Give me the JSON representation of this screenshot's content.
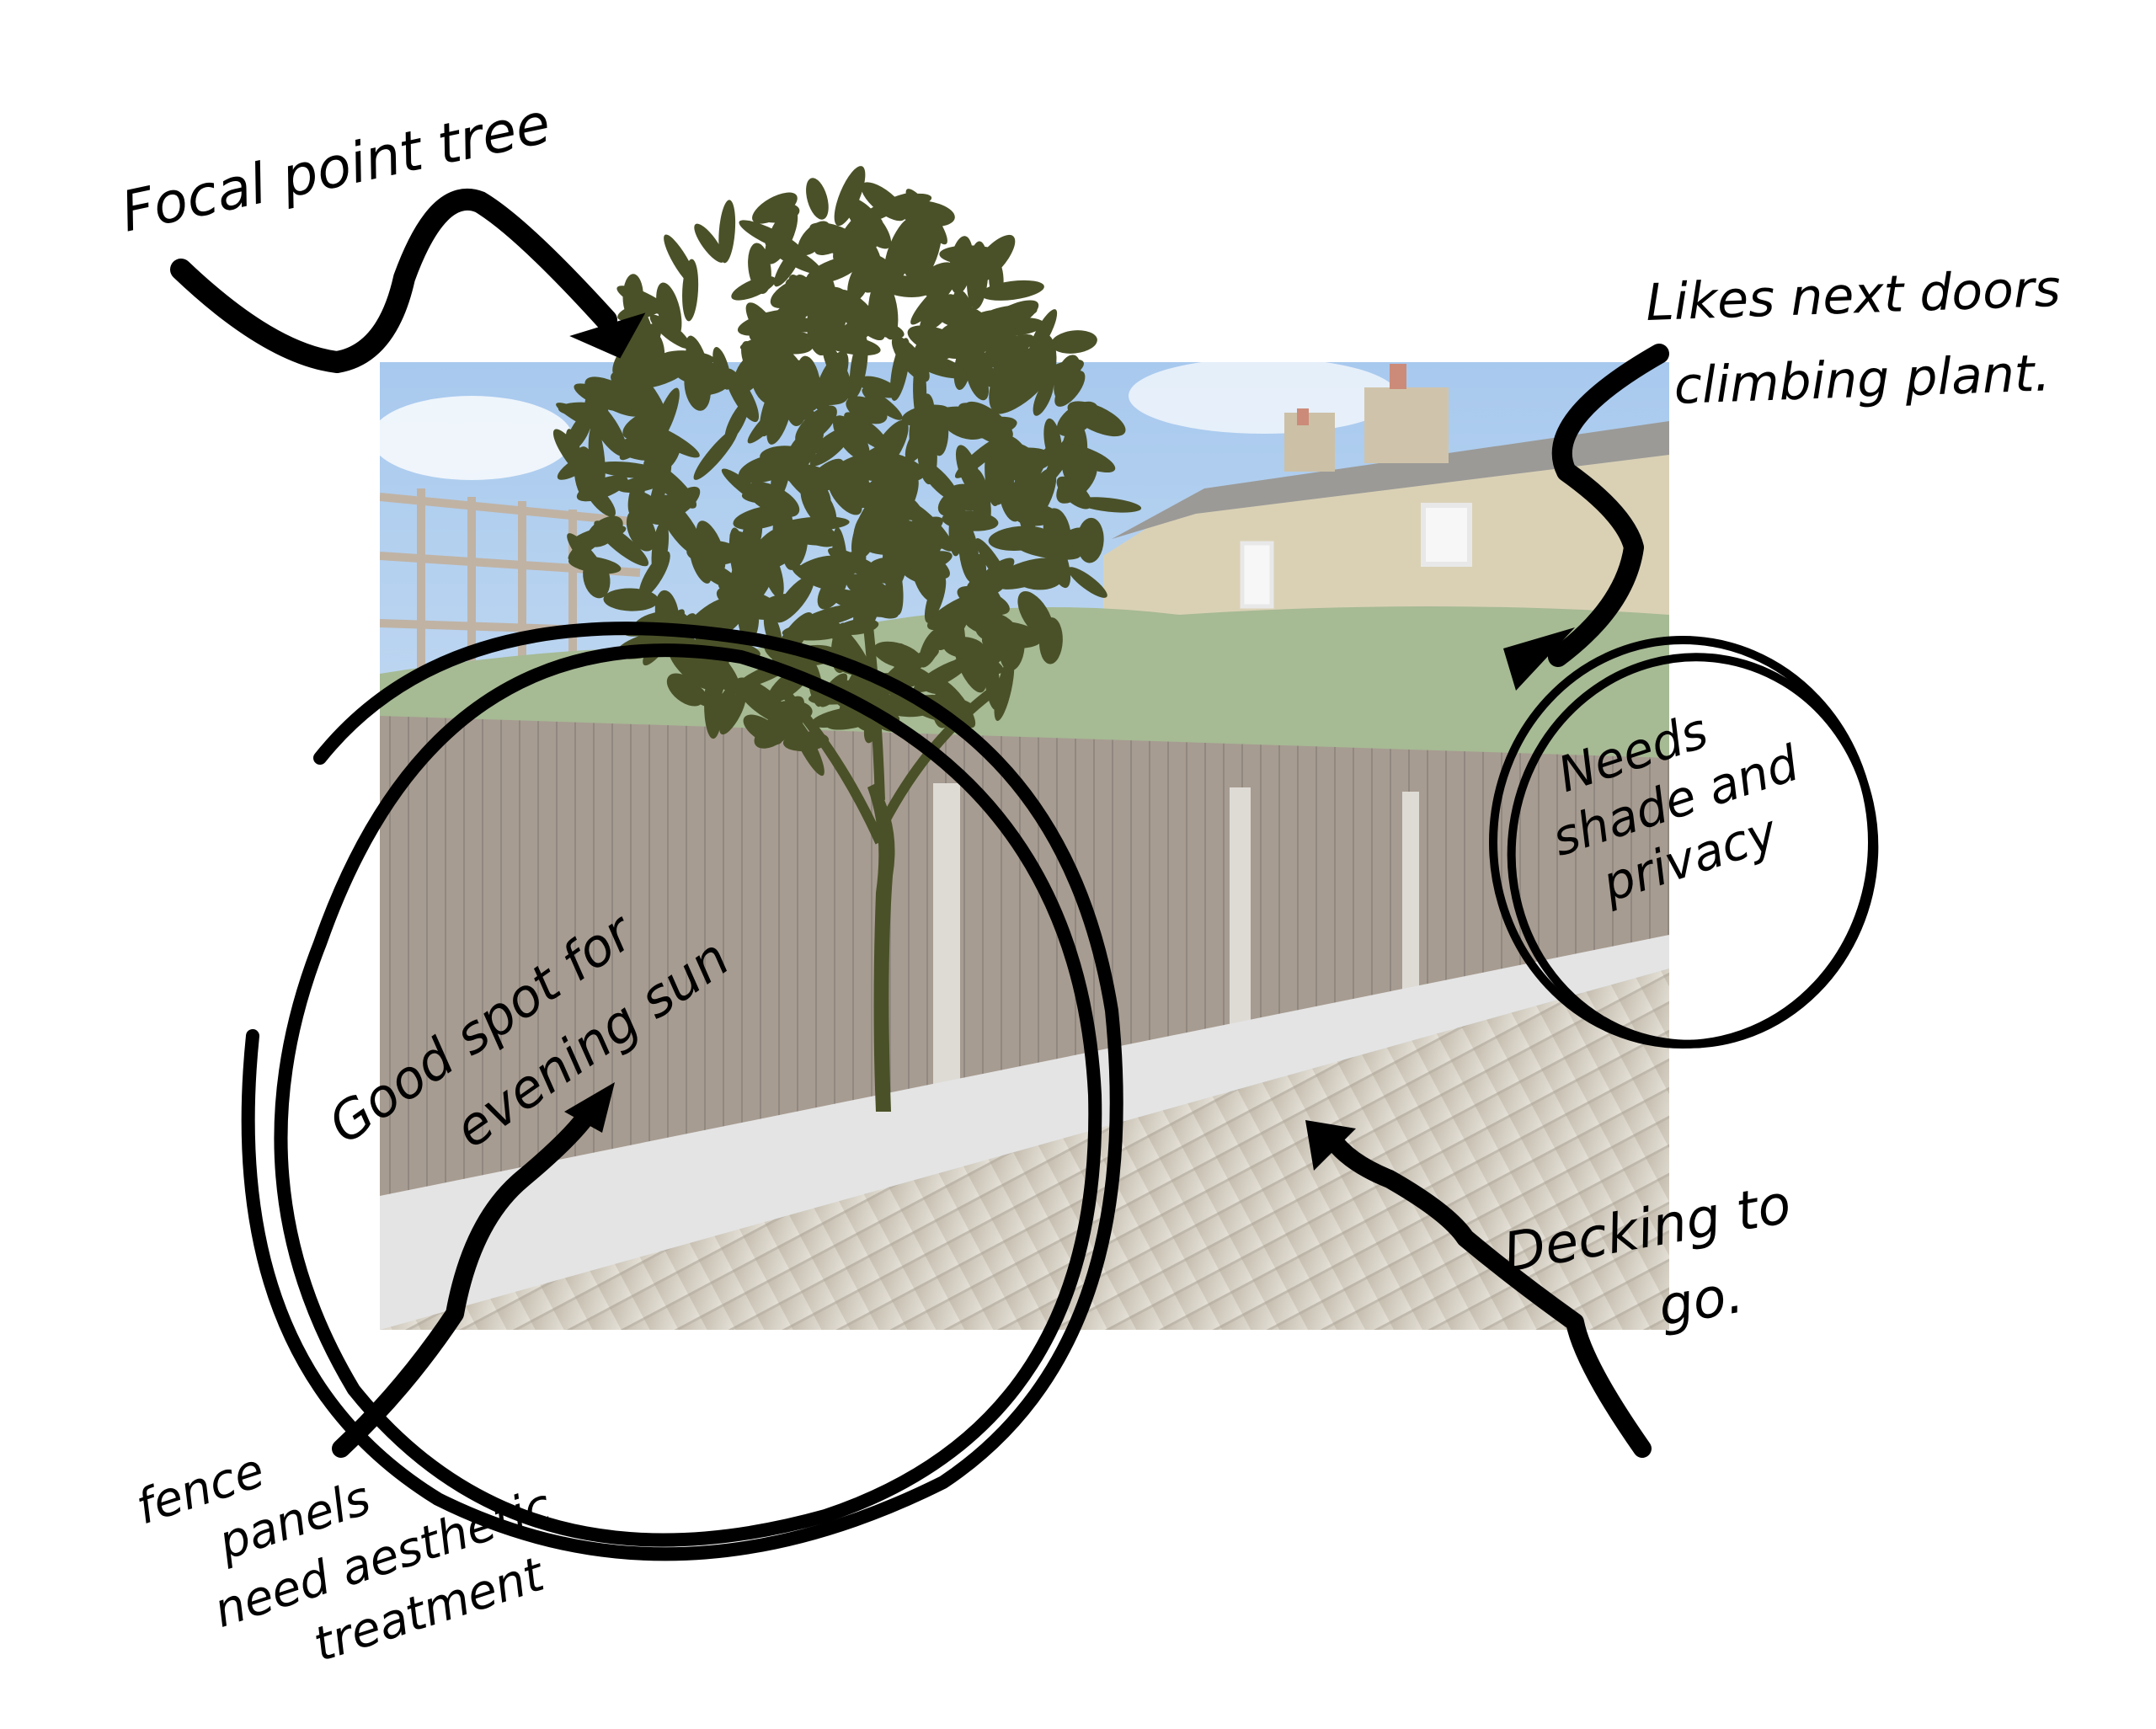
{
  "annotations": {
    "focal_point": "Focal point tree",
    "climbing_plant": [
      "Likes next doors",
      "climbing plant."
    ],
    "shade_privacy": [
      "Needs",
      "shade and",
      "privacy"
    ],
    "evening_sun": [
      "Good spot for",
      "evening sun"
    ],
    "decking": [
      "Decking to",
      "go."
    ],
    "fence_panels": [
      "fence",
      "panels",
      "need aesthetic",
      "treatment"
    ]
  },
  "colors": {
    "ink": "#000000",
    "tree": "#4a5128",
    "sky": "#9cc3ea",
    "brick": "#c9bb93",
    "hedge": "#7d9a62",
    "fence": "#8a7a68",
    "decking": "#b3aa98"
  }
}
